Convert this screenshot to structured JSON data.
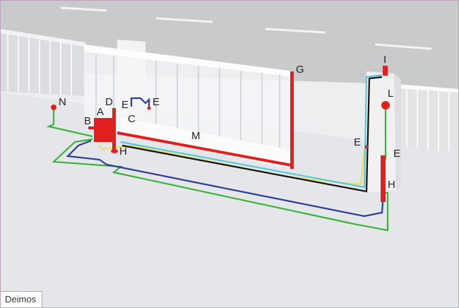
{
  "labels": {
    "n": "N",
    "b": "B",
    "a": "A",
    "d": "D",
    "e1": "E",
    "c": "C",
    "e2": "E",
    "g": "G",
    "m": "M",
    "h1": "H",
    "i": "I",
    "l": "L",
    "e3": "E",
    "e4": "E",
    "h2": "H"
  },
  "brand": "Deimos",
  "colors": {
    "road": "#c9cacc",
    "ground": "#eceef0",
    "device_red": "#e0201e",
    "wire_green": "#3cb43c",
    "wire_blue": "#2a3c9c",
    "wire_yellow": "#e8e05a",
    "wire_cyan": "#5ac8dc",
    "wire_black": "#111111"
  }
}
